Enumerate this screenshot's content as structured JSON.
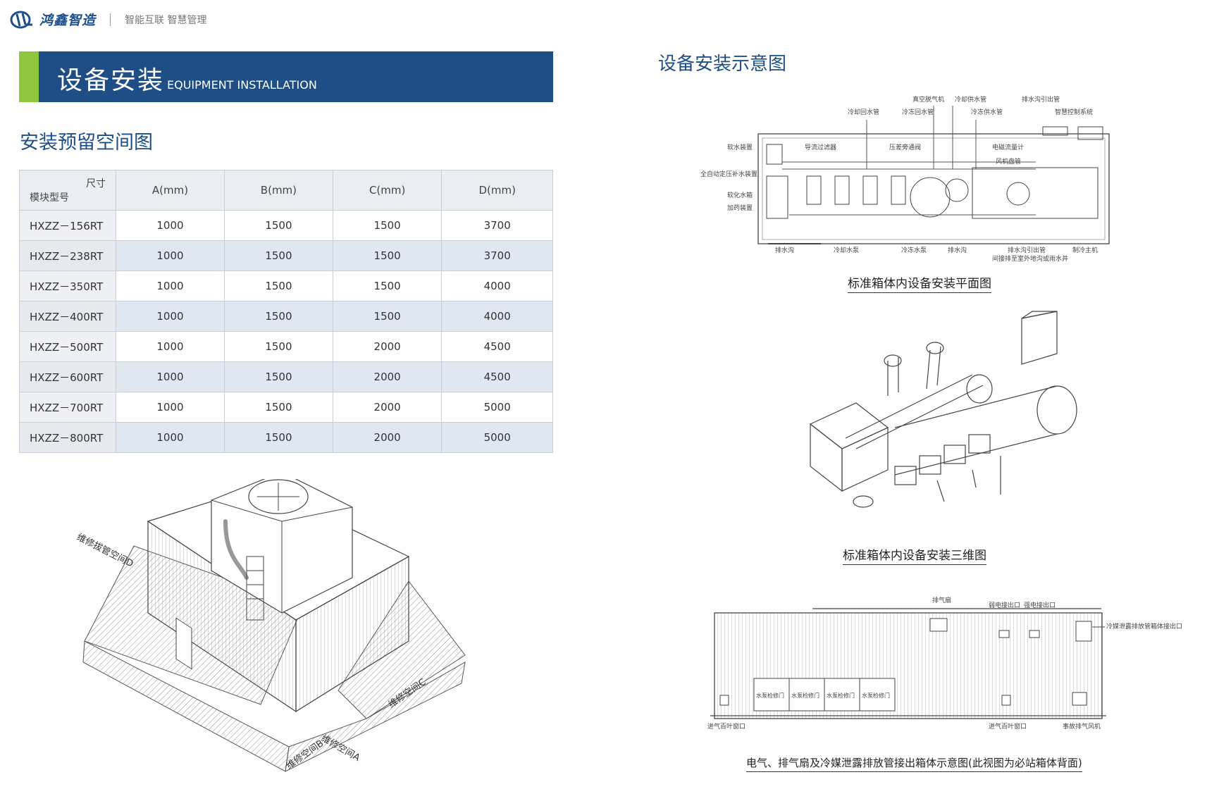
{
  "header": {
    "brand": "鸿鑫智造",
    "tagline": "智能互联  智慧管理"
  },
  "banner": {
    "title": "设备安装",
    "subtitle": "EQUIPMENT INSTALLATION",
    "accent_color": "#8ec63f",
    "bg_color": "#1f4e86"
  },
  "left": {
    "section_title": "安装预留空间图",
    "table": {
      "corner_top": "尺寸",
      "corner_bottom": "模块型号",
      "columns": [
        "A(mm)",
        "B(mm)",
        "C(mm)",
        "D(mm)"
      ],
      "rows": [
        {
          "model": "HXZZ－156RT",
          "a": "1000",
          "b": "1500",
          "c": "1500",
          "d": "3700"
        },
        {
          "model": "HXZZ－238RT",
          "a": "1000",
          "b": "1500",
          "c": "1500",
          "d": "3700"
        },
        {
          "model": "HXZZ－350RT",
          "a": "1000",
          "b": "1500",
          "c": "1500",
          "d": "4000"
        },
        {
          "model": "HXZZ－400RT",
          "a": "1000",
          "b": "1500",
          "c": "1500",
          "d": "4000"
        },
        {
          "model": "HXZZ－500RT",
          "a": "1000",
          "b": "1500",
          "c": "2000",
          "d": "4500"
        },
        {
          "model": "HXZZ－600RT",
          "a": "1000",
          "b": "1500",
          "c": "2000",
          "d": "4500"
        },
        {
          "model": "HXZZ－700RT",
          "a": "1000",
          "b": "1500",
          "c": "2000",
          "d": "5000"
        },
        {
          "model": "HXZZ－800RT",
          "a": "1000",
          "b": "1500",
          "c": "2000",
          "d": "5000"
        }
      ]
    },
    "iso_labels": {
      "d": "维修拔管空间D",
      "c": "维修空间C",
      "b": "维修空间B",
      "a": "维修空间A"
    }
  },
  "right": {
    "section_title": "设备安装示意图",
    "plan": {
      "caption": "标准箱体内设备安装平面图",
      "labels": {
        "vacuum_degasser": "真空脱气机",
        "cooling_supply": "冷却供水管",
        "drain_outlet": "排水沟引出管",
        "cooling_return": "冷却回水管",
        "chilled_return": "冷冻回水管",
        "chilled_supply": "冷冻供水管",
        "smart_control": "智慧控制系统",
        "softener": "软水装置",
        "guide_filter": "导流过滤器",
        "pressure_valve": "压差旁通阀",
        "flowmeter": "电磁流量计",
        "air_coil": "风机盘管",
        "auto_pressurizer": "全自动定压补水装置",
        "soft_tank": "软化水箱",
        "dosing": "加药装置",
        "drain_ditch1": "排水沟",
        "cooling_pump": "冷却水泵",
        "chilled_pump": "冷冻水泵",
        "drain_ditch2": "排水沟",
        "drain_outlet2": "排水沟引出管",
        "drain_note": "间接排至室外地沟或雨水井",
        "chiller": "制冷主机"
      }
    },
    "iso3d": {
      "caption": "标准箱体内设备安装三维图"
    },
    "elevation": {
      "caption": "电气、排气扇及冷媒泄露排放管接出箱体示意图(此视图为必站箱体背面)",
      "labels": {
        "exhaust_fan": "排气扇",
        "weak_outlet": "弱电接出口",
        "strong_outlet": "强电接出口",
        "refrigerant": "冷媒泄露排放管箱体接出口",
        "pump_door": "水泵检修门",
        "air_inlet_left": "进气百叶窗口",
        "air_inlet_mid": "进气百叶窗口",
        "emergency_fan": "事故排气风机"
      }
    }
  }
}
